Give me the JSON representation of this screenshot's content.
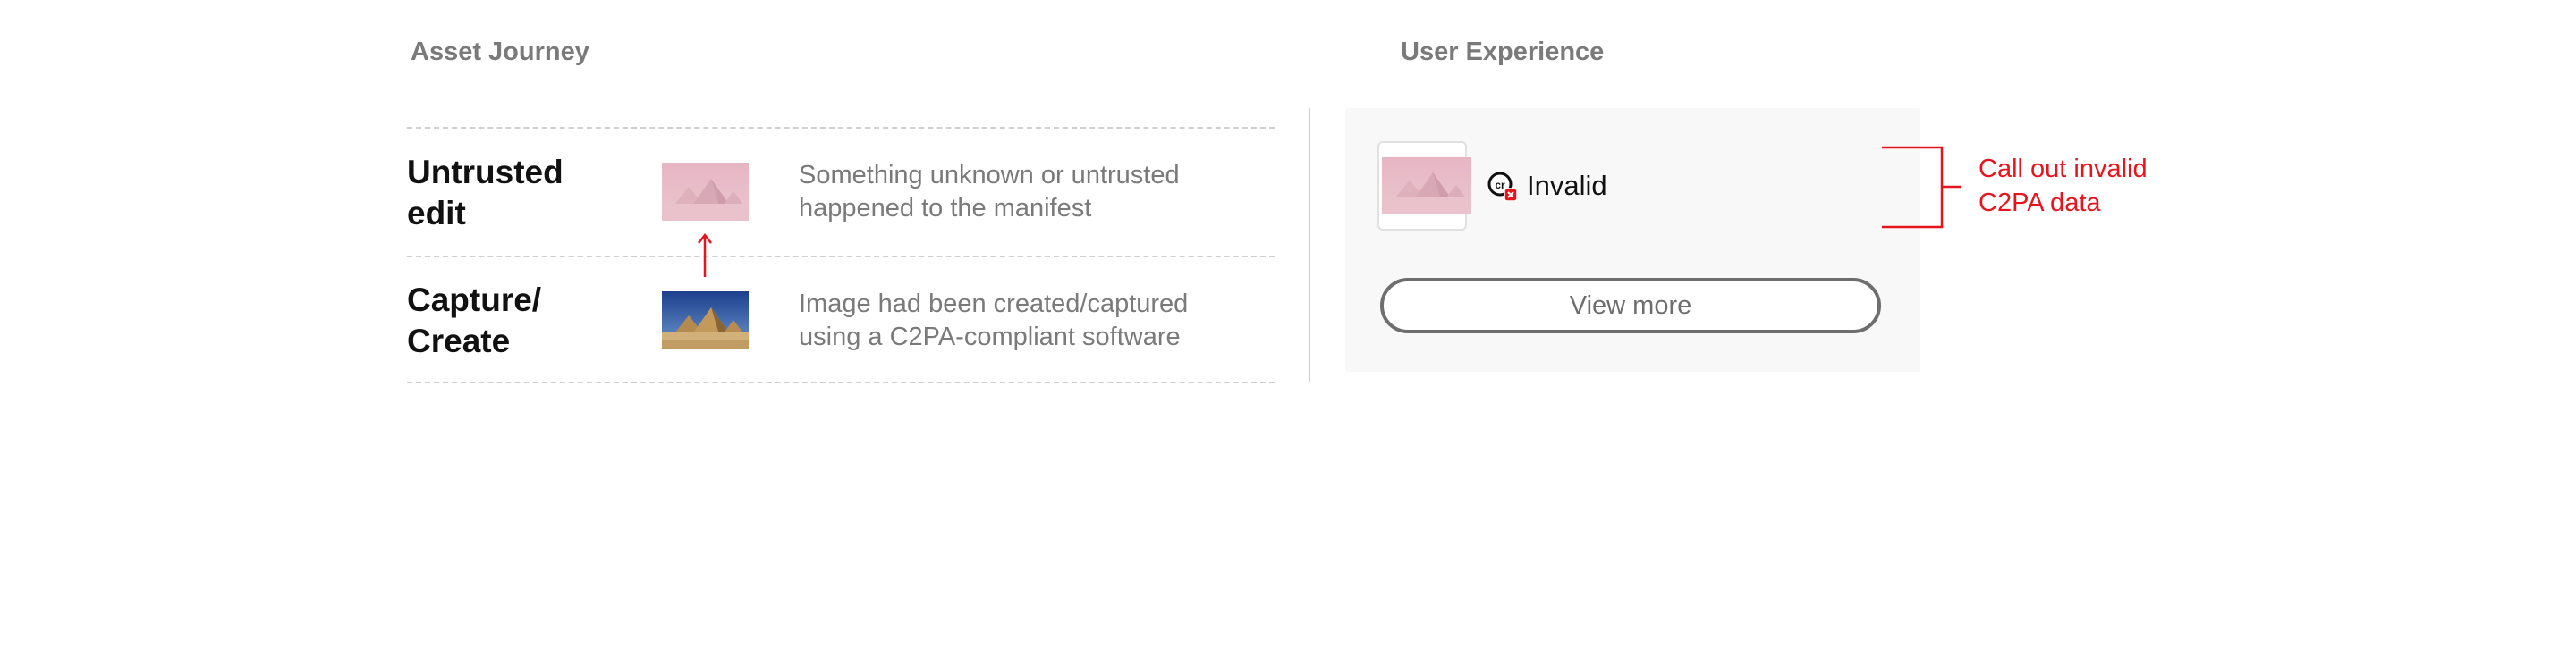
{
  "asset_journey": {
    "title": "Asset Journey",
    "rows": [
      {
        "label_lines": [
          "Untrusted",
          "edit"
        ],
        "description_lines": [
          "Something unknown or untrusted",
          "happened to the manifest"
        ],
        "thumbnail": "pink-tinted-pyramids-image"
      },
      {
        "label_lines": [
          "Capture/",
          "Create"
        ],
        "description_lines": [
          "Image had been created/captured",
          "using a C2PA-compliant software"
        ],
        "thumbnail": "pyramids-photo"
      }
    ],
    "arrow_color": "#e8141d"
  },
  "user_experience": {
    "title": "User Experience",
    "status_icon": "content-credentials-invalid-icon",
    "status_label": "Invalid",
    "view_more_label": "View more"
  },
  "callout": {
    "lines": [
      "Call out invalid",
      "C2PA data"
    ],
    "color": "#e8141d"
  }
}
